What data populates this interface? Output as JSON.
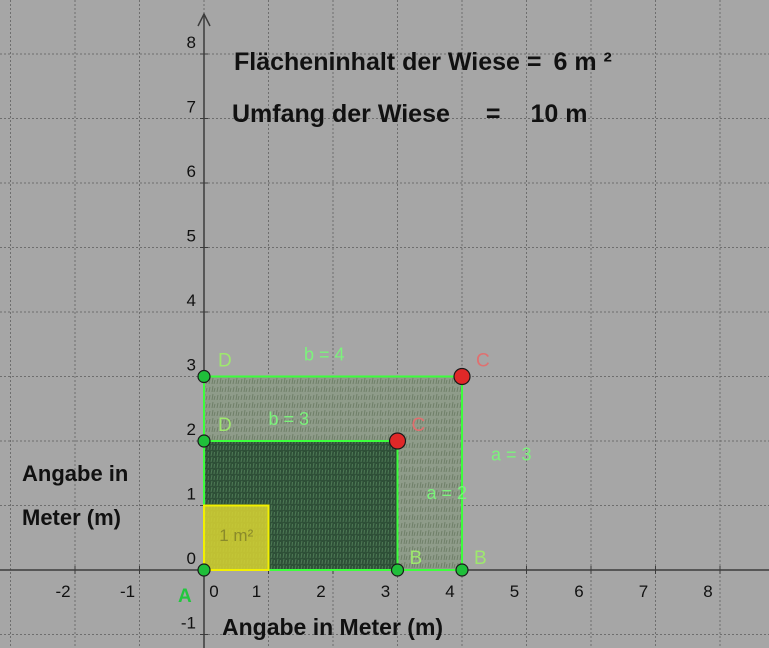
{
  "header": {
    "area_label": "Flächeninhalt der Wiese =",
    "area_value": "6 m ²",
    "perimeter_label": "Umfang der Wiese",
    "perimeter_equals": "=",
    "perimeter_value": "10  m"
  },
  "axes": {
    "x_caption": "Angabe in Meter (m)",
    "y_caption": "Angabe in Meter (m)",
    "x_ticks": [
      -2,
      -1,
      0,
      1,
      2,
      3,
      4,
      5,
      6,
      7,
      8
    ],
    "y_ticks": [
      -1,
      0,
      1,
      2,
      3,
      4,
      5,
      6,
      7,
      8
    ],
    "x_range": [
      -3.1,
      8.8
    ],
    "y_range": [
      -1.2,
      8.8
    ]
  },
  "points": [
    {
      "label": "A",
      "x": 0,
      "y": 0,
      "color": "#1fbf3a",
      "label_color": "#22c73e"
    },
    {
      "label": "B",
      "x": 3,
      "y": 0,
      "color": "#1fbf3a",
      "label_color": "#9ee86e"
    },
    {
      "label": "D",
      "x": 0,
      "y": 2,
      "color": "#1fbf3a",
      "label_color": "#9ee86e"
    },
    {
      "label": "C",
      "x": 3,
      "y": 2,
      "color": "#e02828",
      "label_color": "#e07070"
    },
    {
      "label": "D",
      "x": 0,
      "y": 3,
      "color": "#1fbf3a",
      "label_color": "#9ee86e"
    },
    {
      "label": "C",
      "x": 4,
      "y": 3,
      "color": "#e02828",
      "label_color": "#e07070"
    },
    {
      "label": "B",
      "x": 4,
      "y": 0,
      "color": "#1fbf3a",
      "label_color": "#9ee86e"
    }
  ],
  "segment_labels": [
    {
      "text": "b = 4",
      "x": 1.55,
      "y": 3.25
    },
    {
      "text": "b = 3",
      "x": 1.0,
      "y": 2.25
    },
    {
      "text": "a = 3",
      "x": 4.45,
      "y": 1.7
    },
    {
      "text": "a = 2",
      "x": 3.45,
      "y": 1.1
    }
  ],
  "unit_square_label": "1 m²",
  "colors": {
    "background": "#a6a6a6",
    "grid": "#6e6e6e",
    "axis": "#3c3c3c",
    "rect_edge": "#3cff3c",
    "grass_large": "#8f9c8a",
    "grass_small": "#2e4f37",
    "unit_square": "#d8d432",
    "label_green": "#7cf27c"
  }
}
